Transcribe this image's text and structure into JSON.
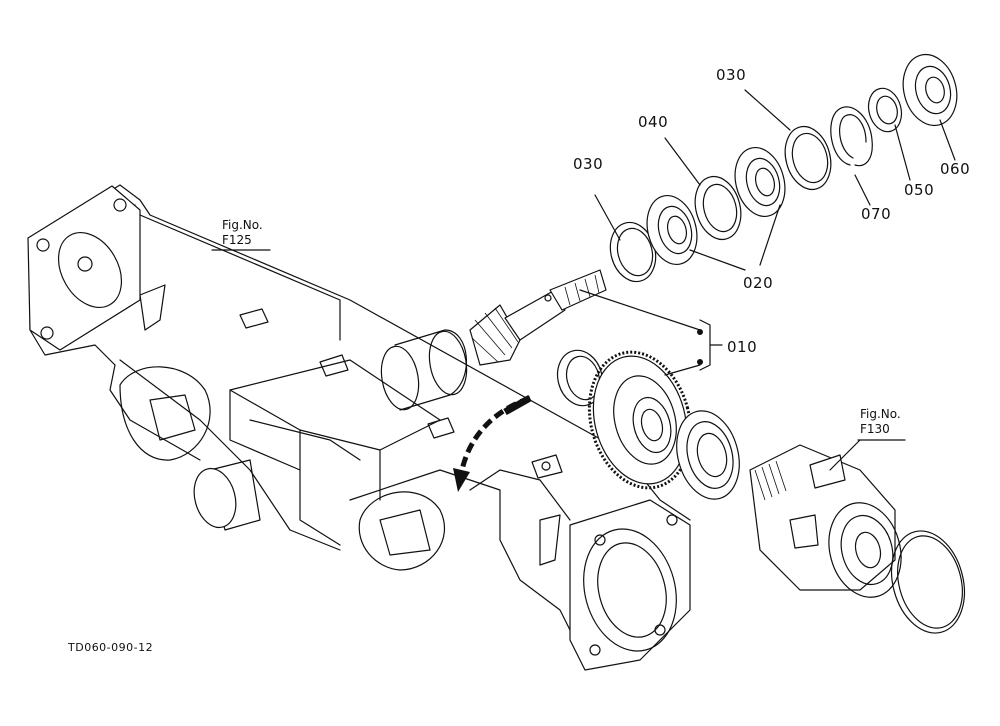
{
  "figure": {
    "code": "TD060-090-12",
    "references": [
      {
        "line1": "Fig.No.",
        "line2": "F125"
      },
      {
        "line1": "Fig.No.",
        "line2": "F130"
      }
    ],
    "callouts": {
      "c030_left": "030",
      "c040": "040",
      "c030_right": "030",
      "c020": "020",
      "c010": "010",
      "c070": "070",
      "c050": "050",
      "c060": "060"
    }
  }
}
